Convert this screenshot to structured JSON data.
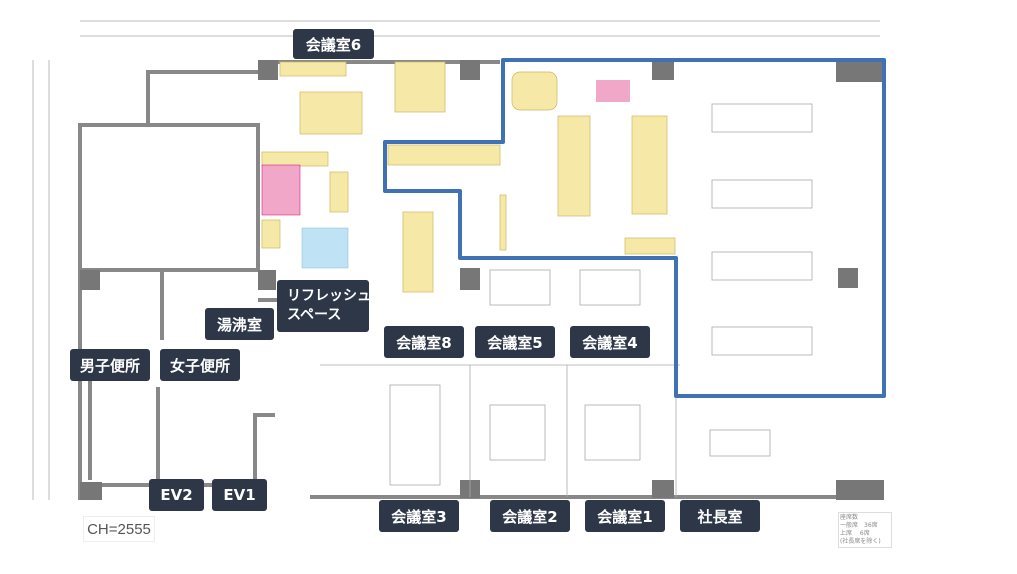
{
  "rooms": {
    "meeting6": "会議室6",
    "refresh": [
      "リフレッシュ",
      "スペース"
    ],
    "kitchen": "湯沸室",
    "mens_toilet": "男子便所",
    "womens_toilet": "女子便所",
    "meeting8": "会議室8",
    "meeting5": "会議室5",
    "meeting4": "会議室4",
    "ev2": "EV2",
    "ev1": "EV1",
    "meeting3": "会議室3",
    "meeting2": "会議室2",
    "meeting1": "会議室1",
    "president": "社長室"
  },
  "ceiling_height": "CH=2555",
  "seat_summary": [
    "座席数",
    "一般席　36席",
    "上席　 6席",
    "(社長席を除く)"
  ],
  "colors": {
    "highlight": "#3e72b5",
    "label_bg": "#2d3748",
    "furniture": "#f6e9a8",
    "sofa": "#f1a8c8",
    "blue_chairs": "#bfe3f5"
  }
}
